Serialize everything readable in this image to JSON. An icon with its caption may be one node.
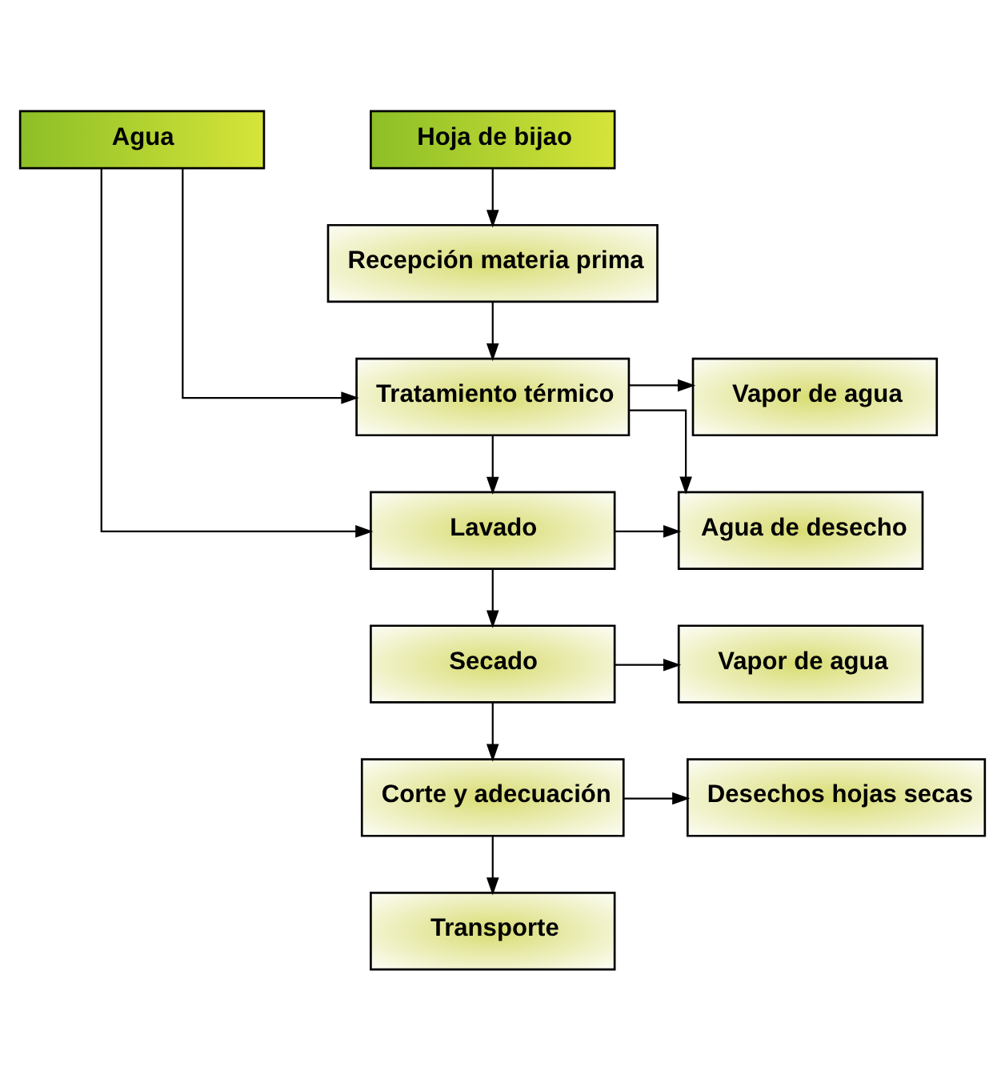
{
  "diagram": {
    "nodes": [
      {
        "text": [
          "Agua"
        ]
      },
      {
        "text": [
          "Hoja de bijao"
        ]
      },
      {
        "text": [
          "Recepción materia prima"
        ]
      },
      {
        "text": [
          "Tratamiento térmico"
        ]
      },
      {
        "text": [
          "Vapor de agua"
        ]
      },
      {
        "text": [
          "Lavado"
        ]
      },
      {
        "text": [
          "Agua de desecho"
        ]
      },
      {
        "text": [
          "Secado"
        ]
      },
      {
        "text": [
          "Vapor de agua"
        ]
      },
      {
        "text": [
          "Corte y adecuación"
        ]
      },
      {
        "text": [
          "Desechos hojas secas"
        ]
      },
      {
        "text": [
          "Transporte"
        ]
      }
    ],
    "edges": [
      {
        "from": 1,
        "to": 2,
        "arrow": "to"
      },
      {
        "from": 2,
        "to": 3,
        "arrow": "to"
      },
      {
        "from": 0,
        "to": 3,
        "arrow": "to"
      },
      {
        "from": 3,
        "to": 4,
        "arrow": "to"
      },
      {
        "from": 3,
        "to": 6,
        "arrow": "to"
      },
      {
        "from": 3,
        "to": 5,
        "arrow": "to"
      },
      {
        "from": 0,
        "to": 5,
        "arrow": "to"
      },
      {
        "from": 5,
        "to": 6,
        "arrow": "to"
      },
      {
        "from": 5,
        "to": 7,
        "arrow": "to"
      },
      {
        "from": 7,
        "to": 8,
        "arrow": "to"
      },
      {
        "from": 7,
        "to": 9,
        "arrow": "to"
      },
      {
        "from": 9,
        "to": 10,
        "arrow": "to"
      },
      {
        "from": 9,
        "to": 11,
        "arrow": "to"
      }
    ]
  }
}
